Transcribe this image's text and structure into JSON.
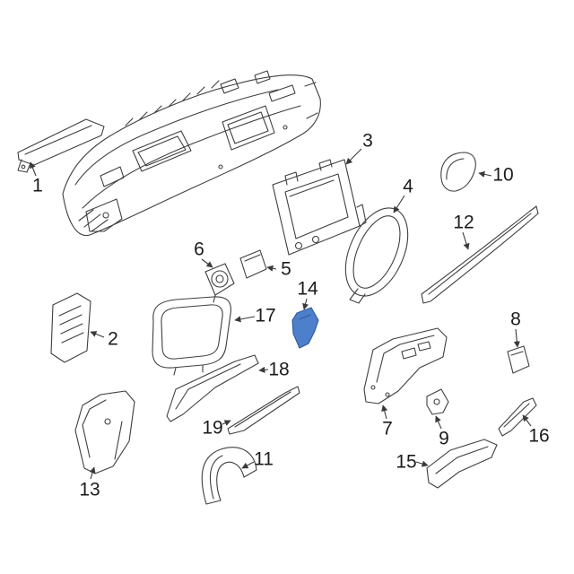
{
  "diagram": {
    "background_color": "#ffffff",
    "line_color": "#3f3f3f",
    "highlight_color": "#4d7fca",
    "highlighted_callout": "14",
    "callouts": [
      {
        "label": "1"
      },
      {
        "label": "2"
      },
      {
        "label": "3"
      },
      {
        "label": "4"
      },
      {
        "label": "5"
      },
      {
        "label": "6"
      },
      {
        "label": "7"
      },
      {
        "label": "8"
      },
      {
        "label": "9"
      },
      {
        "label": "10"
      },
      {
        "label": "11"
      },
      {
        "label": "12"
      },
      {
        "label": "13"
      },
      {
        "label": "14"
      },
      {
        "label": "15"
      },
      {
        "label": "16"
      },
      {
        "label": "17"
      },
      {
        "label": "18"
      },
      {
        "label": "19"
      }
    ]
  }
}
